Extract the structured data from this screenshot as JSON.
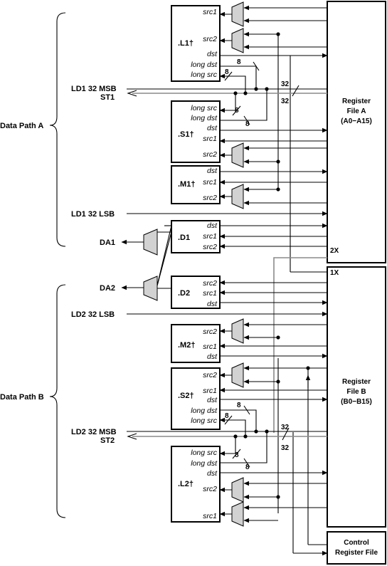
{
  "datapaths": {
    "a": "Data Path A",
    "b": "Data Path B"
  },
  "register_files": {
    "a": [
      "Register",
      "File A",
      "(A0−A15)"
    ],
    "b": [
      "Register",
      "File B",
      "(B0−B15)"
    ],
    "control": [
      "Control",
      "Register File"
    ]
  },
  "units": {
    "l1": ".L1†",
    "s1": ".S1†",
    "m1": ".M1†",
    "d1": ".D1",
    "d2": ".D2",
    "m2": ".M2†",
    "s2": ".S2†",
    "l2": ".L2†"
  },
  "ports": {
    "src1": "src1",
    "src2": "src2",
    "dst": "dst",
    "long_dst": "long dst",
    "long_src": "long src"
  },
  "signals": {
    "ld1_msb": "LD1 32 MSB",
    "st1": "ST1",
    "ld1_lsb": "LD1 32 LSB",
    "da1": "DA1",
    "da2": "DA2",
    "ld2_lsb": "LD2 32 LSB",
    "ld2_msb": "LD2 32 MSB",
    "st2": "ST2"
  },
  "bus_widths": {
    "w8": "8",
    "w32": "32"
  },
  "cross_paths": {
    "x2": "2X",
    "x1": "1X"
  }
}
